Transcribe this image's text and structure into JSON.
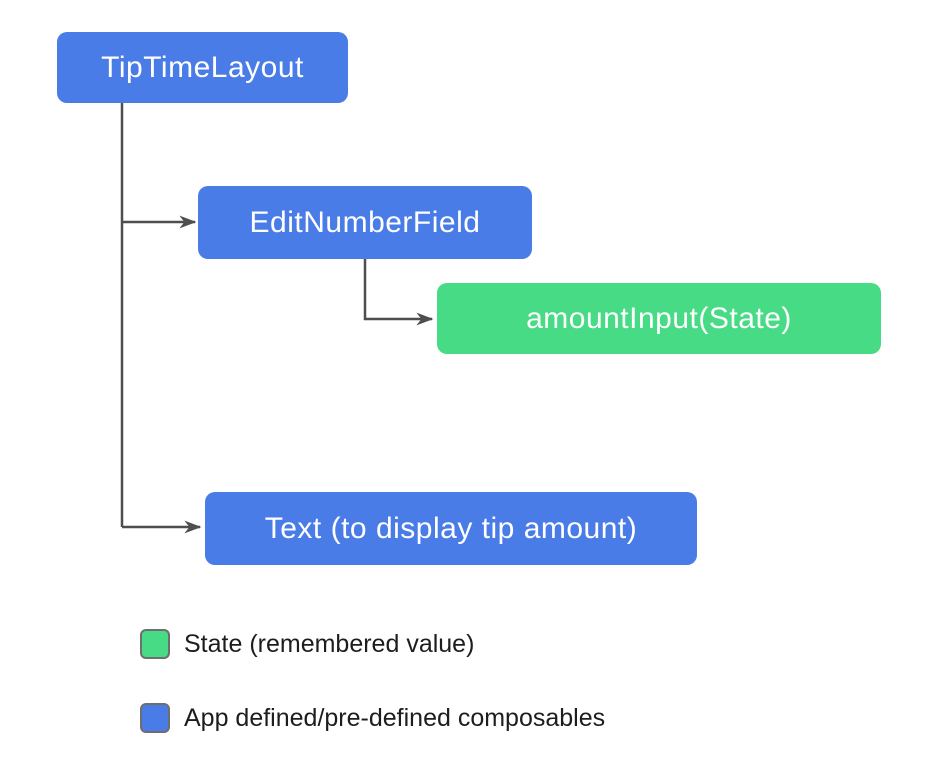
{
  "colors": {
    "composable_blue": "#4a7ce8",
    "state_green": "#47db85",
    "connector": "#4e4e4e",
    "swatch_border": "#6e6e6e",
    "label_dark": "#1d1d1d",
    "node_text": "#ffffff",
    "background": "#ffffff"
  },
  "diagram": {
    "nodes": [
      {
        "label": "TipTimeLayout",
        "kind": "composable"
      },
      {
        "label": "EditNumberField",
        "kind": "composable"
      },
      {
        "label": "amountInput(State)",
        "kind": "state"
      },
      {
        "label": "Text (to display tip amount)",
        "kind": "composable"
      }
    ],
    "edges": [
      {
        "from": "TipTimeLayout",
        "to": "EditNumberField"
      },
      {
        "from": "TipTimeLayout",
        "to": "Text (to display tip amount)"
      },
      {
        "from": "EditNumberField",
        "to": "amountInput(State)"
      }
    ]
  },
  "legend": {
    "items": [
      {
        "color": "state_green",
        "label": "State (remembered value)"
      },
      {
        "color": "composable_blue",
        "label": "App defined/pre-defined composables"
      }
    ]
  }
}
